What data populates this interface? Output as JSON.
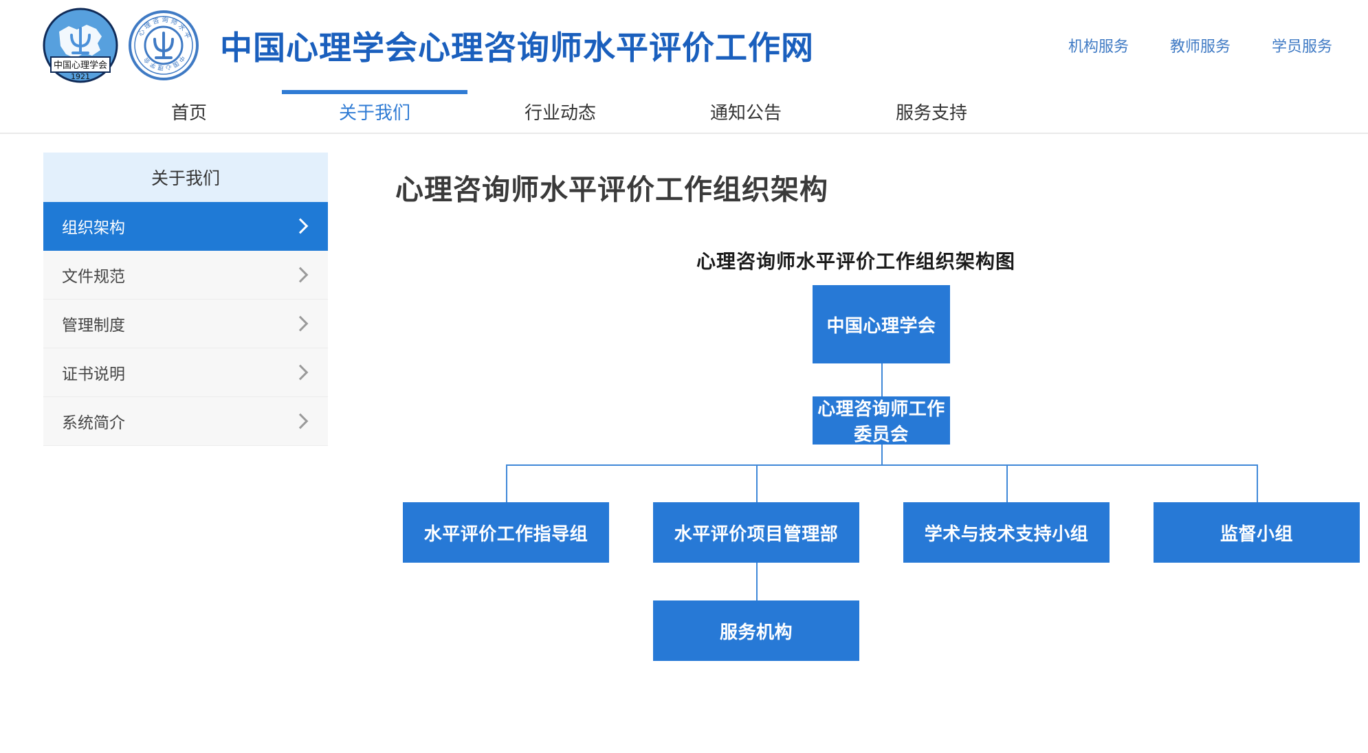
{
  "header": {
    "site_title": "中国心理学会心理咨询师水平评价工作网",
    "logo_primary": {
      "name": "cps-emblem",
      "text": "中国心理学会",
      "year": "1921",
      "symbol": "Ψ"
    },
    "logo_secondary": {
      "name": "counselor-seal",
      "outer_text": "心理咨询师水平评价",
      "inner_text": "中国心理学会",
      "symbol": "Ψ"
    },
    "utility_nav": [
      {
        "label": "机构服务"
      },
      {
        "label": "教师服务"
      },
      {
        "label": "学员服务"
      }
    ],
    "accent_color": "#1a5fbd",
    "utility_color": "#3f7ac4"
  },
  "main_nav": {
    "items": [
      {
        "label": "首页",
        "active": false
      },
      {
        "label": "关于我们",
        "active": true
      },
      {
        "label": "行业动态",
        "active": false
      },
      {
        "label": "通知公告",
        "active": false
      },
      {
        "label": "服务支持",
        "active": false
      }
    ],
    "active_color": "#2f7bd4"
  },
  "sidebar": {
    "header": "关于我们",
    "header_bg": "#e3f0fc",
    "active_bg": "#1f7ad6",
    "items": [
      {
        "label": "组织架构",
        "active": true,
        "icon": "chevron-right-icon"
      },
      {
        "label": "文件规范",
        "active": false,
        "icon": "chevron-right-icon"
      },
      {
        "label": "管理制度",
        "active": false,
        "icon": "chevron-right-icon"
      },
      {
        "label": "证书说明",
        "active": false,
        "icon": "chevron-right-icon"
      },
      {
        "label": "系统简介",
        "active": false,
        "icon": "chevron-right-icon"
      }
    ]
  },
  "main": {
    "page_title": "心理咨询师水平评价工作组织架构"
  },
  "chart_data": {
    "type": "diagram",
    "diagram_kind": "org-chart",
    "title": "心理咨询师水平评价工作组织架构图",
    "node_color": "#2779d6",
    "node_text_color": "#ffffff",
    "connector_color": "#3f88d8",
    "nodes": [
      {
        "id": "n1",
        "label": "中国心理学会",
        "level": 0
      },
      {
        "id": "n2",
        "label": "心理咨询师工作委员会",
        "level": 1
      },
      {
        "id": "n3",
        "label": "水平评价工作指导组",
        "level": 2
      },
      {
        "id": "n4",
        "label": "水平评价项目管理部",
        "level": 2
      },
      {
        "id": "n5",
        "label": "学术与技术支持小组",
        "level": 2
      },
      {
        "id": "n6",
        "label": "监督小组",
        "level": 2
      },
      {
        "id": "n7",
        "label": "服务机构",
        "level": 3
      }
    ],
    "edges": [
      {
        "from": "n1",
        "to": "n2"
      },
      {
        "from": "n2",
        "to": "n3"
      },
      {
        "from": "n2",
        "to": "n4"
      },
      {
        "from": "n2",
        "to": "n5"
      },
      {
        "from": "n2",
        "to": "n6"
      },
      {
        "from": "n4",
        "to": "n7"
      }
    ]
  }
}
